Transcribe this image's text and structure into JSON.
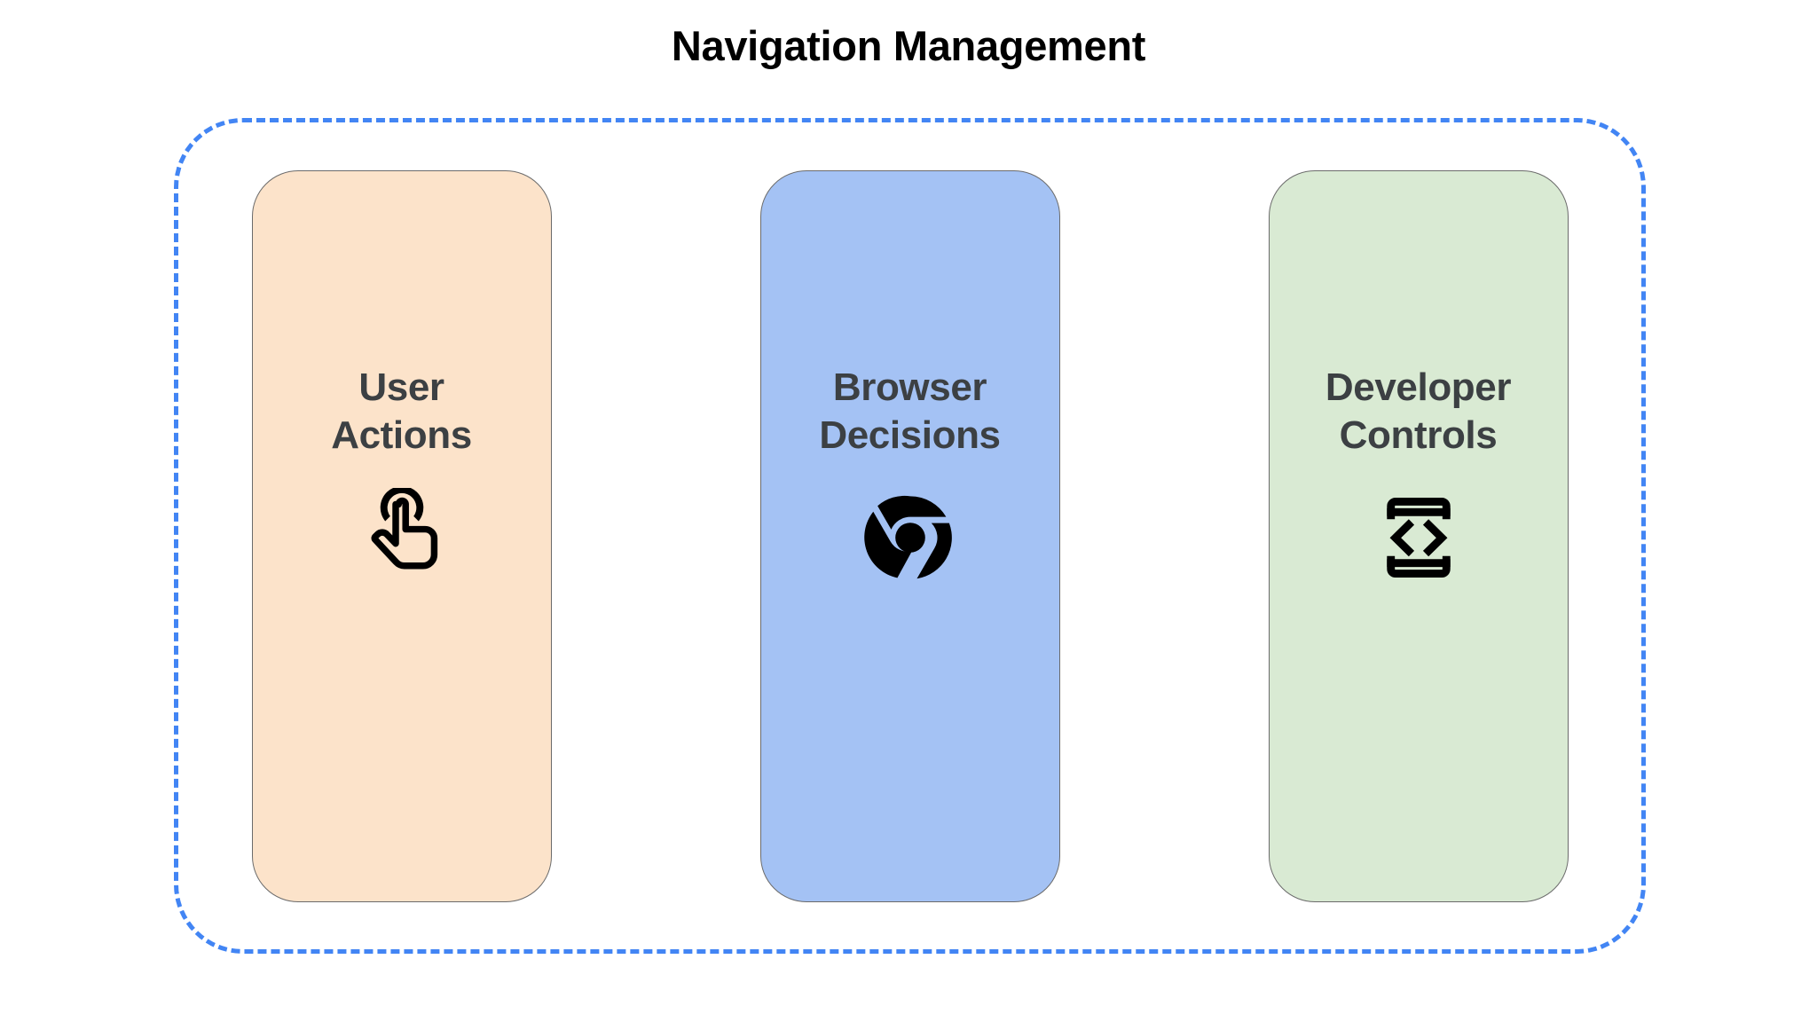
{
  "page": {
    "title": "Navigation Management",
    "background_color": "#FFFFFF",
    "title_color": "#000000"
  },
  "container": {
    "name": "navigation-management-group",
    "border_style": "dashed",
    "border_color": "#4285F4",
    "fill": "none"
  },
  "cards": [
    {
      "id": "user-actions",
      "label": "User\nActions",
      "line1": "User",
      "line2": "Actions",
      "fill_color": "#FCE3CA",
      "border_color": "#6B6B6B",
      "text_color": "#3C4043",
      "icon": "touch-app-icon",
      "icon_color": "#000000"
    },
    {
      "id": "browser-decisions",
      "label": "Browser\nDecisions",
      "line1": "Browser",
      "line2": "Decisions",
      "fill_color": "#A4C2F4",
      "border_color": "#6B6B6B",
      "text_color": "#3C4043",
      "icon": "chrome-logo-icon",
      "icon_color": "#000000"
    },
    {
      "id": "developer-controls",
      "label": "Developer\nControls",
      "line1": "Developer",
      "line2": "Controls",
      "fill_color": "#D9EAD3",
      "border_color": "#6B6B6B",
      "text_color": "#3C4043",
      "icon": "developer-mode-icon",
      "icon_color": "#000000"
    }
  ]
}
